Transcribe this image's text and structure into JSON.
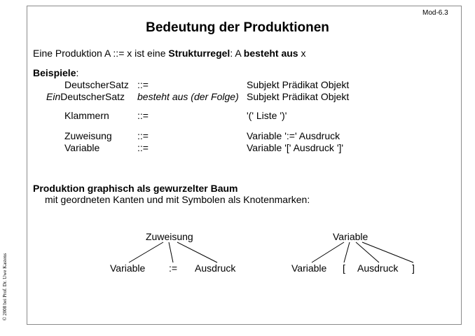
{
  "slide_id": "Mod-6.3",
  "title": "Bedeutung der Produktionen",
  "intro": {
    "part1": "Eine Produktion A ::= x ist eine ",
    "bold1": "Strukturregel",
    "part2": ": A ",
    "bold2": "besteht aus",
    "part3": " x"
  },
  "examples": {
    "heading": "Beispiele",
    "colon": ":",
    "rows": [
      {
        "prefix": "",
        "lhs": "DeutscherSatz",
        "op": "::=",
        "rhs": "Subjekt Prädikat Objekt"
      },
      {
        "prefix": "Ein",
        "lhs": "DeutscherSatz",
        "op": "besteht aus (der Folge)",
        "rhs": "Subjekt Prädikat Objekt"
      },
      {
        "prefix": "",
        "lhs": "Klammern",
        "op": "::=",
        "rhs": "'(' Liste ')'"
      },
      {
        "prefix": "",
        "lhs": "Zuweisung",
        "op": "::=",
        "rhs": "Variable ':=' Ausdruck"
      },
      {
        "prefix": "",
        "lhs": "Variable",
        "op": "::=",
        "rhs": "Variable '[' Ausdruck ']'"
      }
    ]
  },
  "tree_section": {
    "heading": "Produktion graphisch als gewurzelter Baum",
    "subtext": "mit geordneten Kanten und mit Symbolen als Knotenmarken:"
  },
  "trees": [
    {
      "root": "Zuweisung",
      "children": [
        "Variable",
        ":=",
        "Ausdruck"
      ]
    },
    {
      "root": "Variable",
      "children": [
        "Variable",
        "[",
        "Ausdruck",
        "]"
      ]
    }
  ],
  "copyright": "© 2008 bei Prof. Dr. Uwe Kastens"
}
